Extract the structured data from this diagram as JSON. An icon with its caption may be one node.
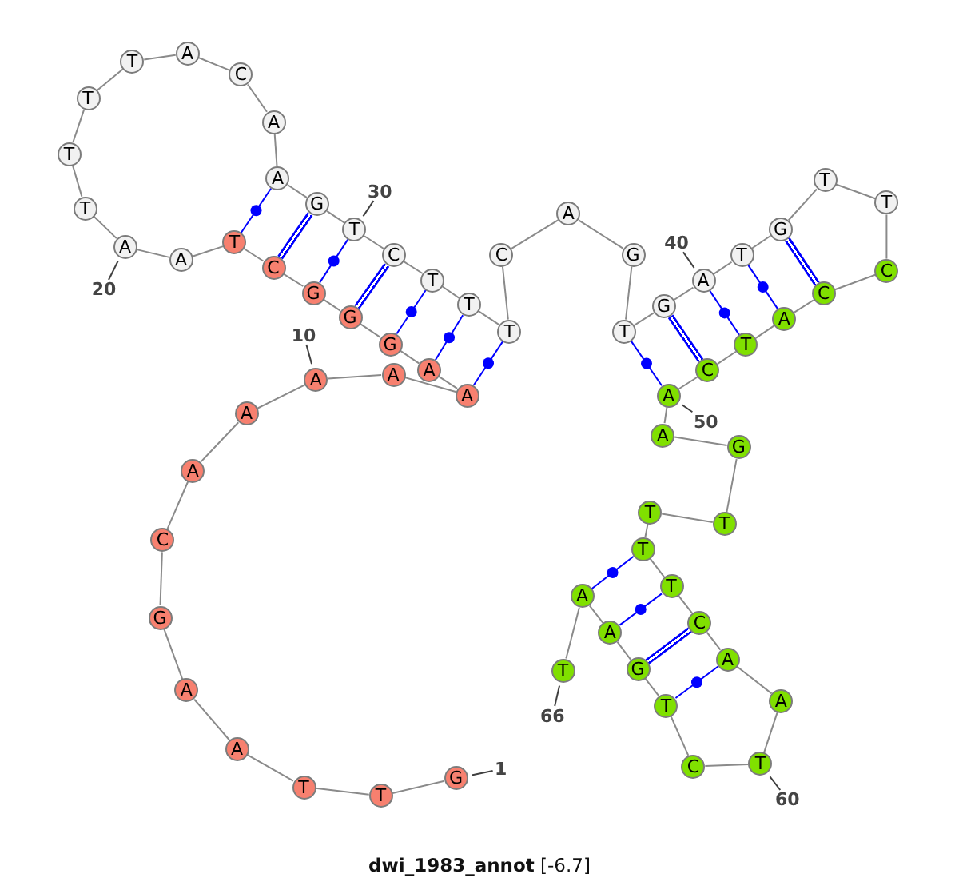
{
  "diagram": {
    "caption": "**dwi_1983_annot** [-6.7]",
    "nodes": [
      {
        "text": [
          "G"
        ]
      },
      {
        "text": [
          "T"
        ]
      },
      {
        "text": [
          "T"
        ]
      },
      {
        "text": [
          "A"
        ]
      },
      {
        "text": [
          "A"
        ]
      },
      {
        "text": [
          "G"
        ]
      },
      {
        "text": [
          "C"
        ]
      },
      {
        "text": [
          "A"
        ]
      },
      {
        "text": [
          "A"
        ]
      },
      {
        "text": [
          "A"
        ]
      },
      {
        "text": [
          "A"
        ]
      },
      {
        "text": [
          "A"
        ]
      },
      {
        "text": [
          "A"
        ]
      },
      {
        "text": [
          "G"
        ]
      },
      {
        "text": [
          "G"
        ]
      },
      {
        "text": [
          "G"
        ]
      },
      {
        "text": [
          "C"
        ]
      },
      {
        "text": [
          "T"
        ]
      },
      {
        "text": [
          "A"
        ]
      },
      {
        "text": [
          "A"
        ]
      },
      {
        "text": [
          "T"
        ]
      },
      {
        "text": [
          "T"
        ]
      },
      {
        "text": [
          "T"
        ]
      },
      {
        "text": [
          "T"
        ]
      },
      {
        "text": [
          "A"
        ]
      },
      {
        "text": [
          "C"
        ]
      },
      {
        "text": [
          "A"
        ]
      },
      {
        "text": [
          "A"
        ]
      },
      {
        "text": [
          "G"
        ]
      },
      {
        "text": [
          "T"
        ]
      },
      {
        "text": [
          "C"
        ]
      },
      {
        "text": [
          "T"
        ]
      },
      {
        "text": [
          "T"
        ]
      },
      {
        "text": [
          "T"
        ]
      },
      {
        "text": [
          "C"
        ]
      },
      {
        "text": [
          "A"
        ]
      },
      {
        "text": [
          "G"
        ]
      },
      {
        "text": [
          "T"
        ]
      },
      {
        "text": [
          "G"
        ]
      },
      {
        "text": [
          "A"
        ]
      },
      {
        "text": [
          "T"
        ]
      },
      {
        "text": [
          "G"
        ]
      },
      {
        "text": [
          "T"
        ]
      },
      {
        "text": [
          "T"
        ]
      },
      {
        "text": [
          "C"
        ]
      },
      {
        "text": [
          "C"
        ]
      },
      {
        "text": [
          "A"
        ]
      },
      {
        "text": [
          "T"
        ]
      },
      {
        "text": [
          "C"
        ]
      },
      {
        "text": [
          "A"
        ]
      },
      {
        "text": [
          "A"
        ]
      },
      {
        "text": [
          "G"
        ]
      },
      {
        "text": [
          "T"
        ]
      },
      {
        "text": [
          "T"
        ]
      },
      {
        "text": [
          "T"
        ]
      },
      {
        "text": [
          "T"
        ]
      },
      {
        "text": [
          "C"
        ]
      },
      {
        "text": [
          "A"
        ]
      },
      {
        "text": [
          "A"
        ]
      },
      {
        "text": [
          "T"
        ]
      },
      {
        "text": [
          "C"
        ]
      },
      {
        "text": [
          "T"
        ]
      },
      {
        "text": [
          "G"
        ]
      },
      {
        "text": [
          "A"
        ]
      },
      {
        "text": [
          "A"
        ]
      },
      {
        "text": [
          "T"
        ]
      },
      {
        "text": [
          "1"
        ]
      },
      {
        "text": [
          "10"
        ]
      },
      {
        "text": [
          "20"
        ]
      },
      {
        "text": [
          "30"
        ]
      },
      {
        "text": [
          "40"
        ]
      },
      {
        "text": [
          "50"
        ]
      },
      {
        "text": [
          "60"
        ]
      },
      {
        "text": [
          "66"
        ]
      }
    ],
    "edges": [
      {
        "from": 0,
        "to": 1,
        "arrow": "none"
      },
      {
        "from": 1,
        "to": 2,
        "arrow": "none"
      },
      {
        "from": 2,
        "to": 3,
        "arrow": "none"
      },
      {
        "from": 3,
        "to": 4,
        "arrow": "none"
      },
      {
        "from": 4,
        "to": 5,
        "arrow": "none"
      },
      {
        "from": 5,
        "to": 6,
        "arrow": "none"
      },
      {
        "from": 6,
        "to": 7,
        "arrow": "none"
      },
      {
        "from": 7,
        "to": 8,
        "arrow": "none"
      },
      {
        "from": 8,
        "to": 9,
        "arrow": "none"
      },
      {
        "from": 9,
        "to": 10,
        "arrow": "none"
      },
      {
        "from": 10,
        "to": 11,
        "arrow": "none"
      },
      {
        "from": 11,
        "to": 12,
        "arrow": "none"
      },
      {
        "from": 12,
        "to": 13,
        "arrow": "none"
      },
      {
        "from": 13,
        "to": 14,
        "arrow": "none"
      },
      {
        "from": 14,
        "to": 15,
        "arrow": "none"
      },
      {
        "from": 15,
        "to": 16,
        "arrow": "none"
      },
      {
        "from": 16,
        "to": 17,
        "arrow": "none"
      },
      {
        "from": 17,
        "to": 18,
        "arrow": "none"
      },
      {
        "from": 18,
        "to": 19,
        "arrow": "none"
      },
      {
        "from": 19,
        "to": 20,
        "arrow": "none"
      },
      {
        "from": 20,
        "to": 21,
        "arrow": "none"
      },
      {
        "from": 21,
        "to": 22,
        "arrow": "none"
      },
      {
        "from": 22,
        "to": 23,
        "arrow": "none"
      },
      {
        "from": 23,
        "to": 24,
        "arrow": "none"
      },
      {
        "from": 24,
        "to": 25,
        "arrow": "none"
      },
      {
        "from": 25,
        "to": 26,
        "arrow": "none"
      },
      {
        "from": 26,
        "to": 27,
        "arrow": "none"
      },
      {
        "from": 27,
        "to": 28,
        "arrow": "none"
      },
      {
        "from": 28,
        "to": 29,
        "arrow": "none"
      },
      {
        "from": 29,
        "to": 30,
        "arrow": "none"
      },
      {
        "from": 30,
        "to": 31,
        "arrow": "none"
      },
      {
        "from": 31,
        "to": 32,
        "arrow": "none"
      },
      {
        "from": 32,
        "to": 33,
        "arrow": "none"
      },
      {
        "from": 33,
        "to": 34,
        "arrow": "none"
      },
      {
        "from": 34,
        "to": 35,
        "arrow": "none"
      },
      {
        "from": 35,
        "to": 36,
        "arrow": "none"
      },
      {
        "from": 36,
        "to": 37,
        "arrow": "none"
      },
      {
        "from": 37,
        "to": 38,
        "arrow": "none"
      },
      {
        "from": 38,
        "to": 39,
        "arrow": "none"
      },
      {
        "from": 39,
        "to": 40,
        "arrow": "none"
      },
      {
        "from": 40,
        "to": 41,
        "arrow": "none"
      },
      {
        "from": 41,
        "to": 42,
        "arrow": "none"
      },
      {
        "from": 42,
        "to": 43,
        "arrow": "none"
      },
      {
        "from": 43,
        "to": 44,
        "arrow": "none"
      },
      {
        "from": 44,
        "to": 45,
        "arrow": "none"
      },
      {
        "from": 45,
        "to": 46,
        "arrow": "none"
      },
      {
        "from": 46,
        "to": 47,
        "arrow": "none"
      },
      {
        "from": 47,
        "to": 48,
        "arrow": "none"
      },
      {
        "from": 48,
        "to": 49,
        "arrow": "none"
      },
      {
        "from": 49,
        "to": 50,
        "arrow": "none"
      },
      {
        "from": 50,
        "to": 51,
        "arrow": "none"
      },
      {
        "from": 51,
        "to": 52,
        "arrow": "none"
      },
      {
        "from": 52,
        "to": 53,
        "arrow": "none"
      },
      {
        "from": 53,
        "to": 54,
        "arrow": "none"
      },
      {
        "from": 54,
        "to": 55,
        "arrow": "none"
      },
      {
        "from": 55,
        "to": 56,
        "arrow": "none"
      },
      {
        "from": 56,
        "to": 57,
        "arrow": "none"
      },
      {
        "from": 57,
        "to": 58,
        "arrow": "none"
      },
      {
        "from": 58,
        "to": 59,
        "arrow": "none"
      },
      {
        "from": 59,
        "to": 60,
        "arrow": "none"
      },
      {
        "from": 60,
        "to": 61,
        "arrow": "none"
      },
      {
        "from": 61,
        "to": 62,
        "arrow": "none"
      },
      {
        "from": 62,
        "to": 63,
        "arrow": "none"
      },
      {
        "from": 63,
        "to": 64,
        "arrow": "none"
      },
      {
        "from": 64,
        "to": 65,
        "arrow": "none"
      },
      {
        "from": 11,
        "to": 33,
        "arrow": "none",
        "color": "#0000ff"
      },
      {
        "from": 12,
        "to": 32,
        "arrow": "none",
        "color": "#0000ff"
      },
      {
        "from": 13,
        "to": 31,
        "arrow": "none",
        "color": "#0000ff"
      },
      {
        "from": 14,
        "to": 30,
        "arrow": "none",
        "style": "thick",
        "color": "#0000ff"
      },
      {
        "from": 15,
        "to": 29,
        "arrow": "none",
        "color": "#0000ff"
      },
      {
        "from": 16,
        "to": 28,
        "arrow": "none",
        "style": "thick",
        "color": "#0000ff"
      },
      {
        "from": 17,
        "to": 27,
        "arrow": "none",
        "color": "#0000ff"
      },
      {
        "from": 37,
        "to": 49,
        "arrow": "none",
        "color": "#0000ff"
      },
      {
        "from": 38,
        "to": 48,
        "arrow": "none",
        "style": "thick",
        "color": "#0000ff"
      },
      {
        "from": 39,
        "to": 47,
        "arrow": "none",
        "color": "#0000ff"
      },
      {
        "from": 40,
        "to": 46,
        "arrow": "none",
        "color": "#0000ff"
      },
      {
        "from": 41,
        "to": 45,
        "arrow": "none",
        "style": "thick",
        "color": "#0000ff"
      },
      {
        "from": 54,
        "to": 64,
        "arrow": "none",
        "color": "#0000ff"
      },
      {
        "from": 55,
        "to": 63,
        "arrow": "none",
        "color": "#0000ff"
      },
      {
        "from": 56,
        "to": 62,
        "arrow": "none",
        "style": "thick",
        "color": "#0000ff"
      },
      {
        "from": 57,
        "to": 61,
        "arrow": "none",
        "color": "#0000ff"
      },
      {
        "from": 66,
        "to": 0,
        "arrow": "none",
        "color": "#404040"
      },
      {
        "from": 67,
        "to": 9,
        "arrow": "none",
        "color": "#404040"
      },
      {
        "from": 68,
        "to": 19,
        "arrow": "none",
        "color": "#404040"
      },
      {
        "from": 69,
        "to": 29,
        "arrow": "none",
        "color": "#404040"
      },
      {
        "from": 70,
        "to": 39,
        "arrow": "none",
        "color": "#404040"
      },
      {
        "from": 71,
        "to": 49,
        "arrow": "none",
        "color": "#404040"
      },
      {
        "from": 72,
        "to": 59,
        "arrow": "none",
        "color": "#404040"
      },
      {
        "from": 73,
        "to": 65,
        "arrow": "none",
        "color": "#404040"
      }
    ]
  }
}
